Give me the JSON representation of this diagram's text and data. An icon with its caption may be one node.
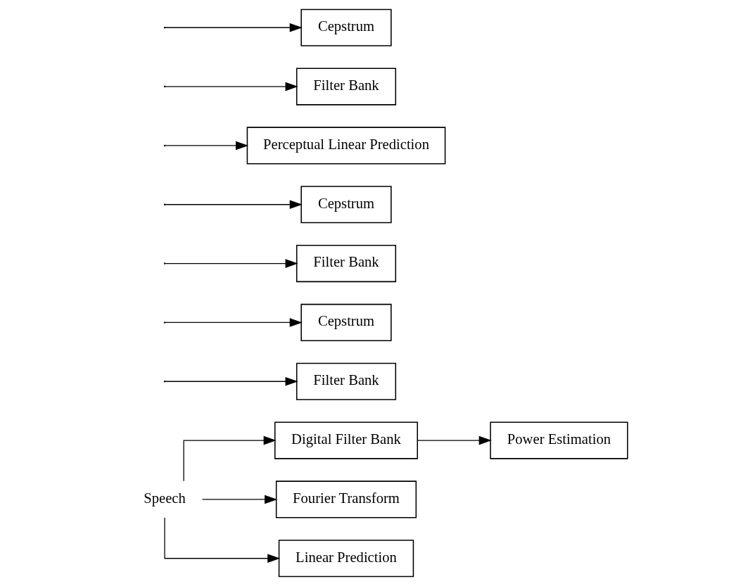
{
  "diagram": {
    "nodes": [
      {
        "text": [
          "Speech"
        ]
      },
      {
        "text": [
          "Digital Filter Bank"
        ]
      },
      {
        "text": [
          "Power Estimation"
        ]
      },
      {
        "text": [
          "Fourier Transform"
        ]
      },
      {
        "text": [
          "Filter Bank"
        ]
      },
      {
        "text": [
          "Cepstrum"
        ]
      },
      {
        "text": [
          "Linear Prediction"
        ]
      },
      {
        "text": [
          "Filter Bank"
        ]
      },
      {
        "text": [
          "Cepstrum"
        ]
      },
      {
        "text": [
          "Perceptual Linear Prediction"
        ]
      },
      {
        "text": [
          "Filter Bank"
        ]
      },
      {
        "text": [
          "Cepstrum"
        ]
      }
    ],
    "edges": [
      {
        "from": 0,
        "to": 1,
        "arrow": "to"
      },
      {
        "from": 0,
        "to": 3,
        "arrow": "to"
      },
      {
        "from": 0,
        "to": 6,
        "arrow": "to"
      },
      {
        "from": 1,
        "to": 2,
        "arrow": "to"
      },
      {
        "from": null,
        "to": 4,
        "arrow": "to"
      },
      {
        "from": null,
        "to": 5,
        "arrow": "to"
      },
      {
        "from": null,
        "to": 7,
        "arrow": "to"
      },
      {
        "from": null,
        "to": 8,
        "arrow": "to"
      },
      {
        "from": null,
        "to": 9,
        "arrow": "to"
      },
      {
        "from": null,
        "to": 10,
        "arrow": "to"
      },
      {
        "from": null,
        "to": 11,
        "arrow": "to"
      }
    ]
  }
}
